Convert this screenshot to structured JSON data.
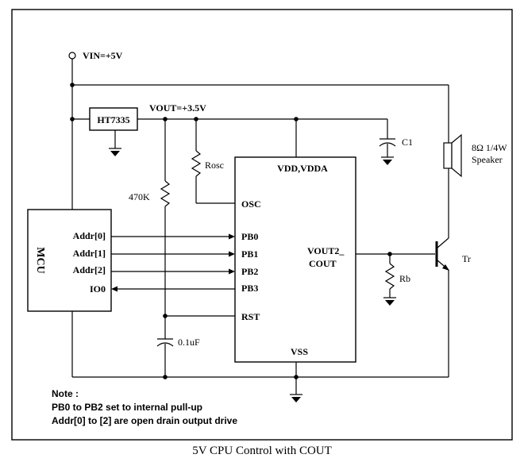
{
  "power": {
    "vin_label": "VIN=+5V",
    "vout_label": "VOUT=+3.5V"
  },
  "regulator": {
    "label": "HT7335"
  },
  "mcu": {
    "label": "MCU",
    "pins": [
      "Addr[0]",
      "Addr[1]",
      "Addr[2]",
      "IO0"
    ]
  },
  "chip": {
    "power_label": "VDD,VDDA",
    "ground_label": "VSS",
    "pins_left": [
      "OSC",
      "PB0",
      "PB1",
      "PB2",
      "PB3",
      "RST"
    ],
    "output_label_line1": "VOUT2_",
    "output_label_line2": "COUT"
  },
  "components": {
    "rosc": "Rosc",
    "r470k": "470K",
    "c01": "0.1uF",
    "c1": "C1",
    "rb": "Rb",
    "transistor": "Tr",
    "speaker_line1": "8Ω  1/4W",
    "speaker_line2": "Speaker"
  },
  "note": {
    "title": "Note :",
    "lines": [
      "PB0 to PB2 set to internal pull-up",
      "Addr[0] to [2] are open drain output drive"
    ]
  },
  "caption": "5V CPU Control with COUT",
  "colors": {
    "ink": "#000000",
    "background": "#ffffff"
  }
}
